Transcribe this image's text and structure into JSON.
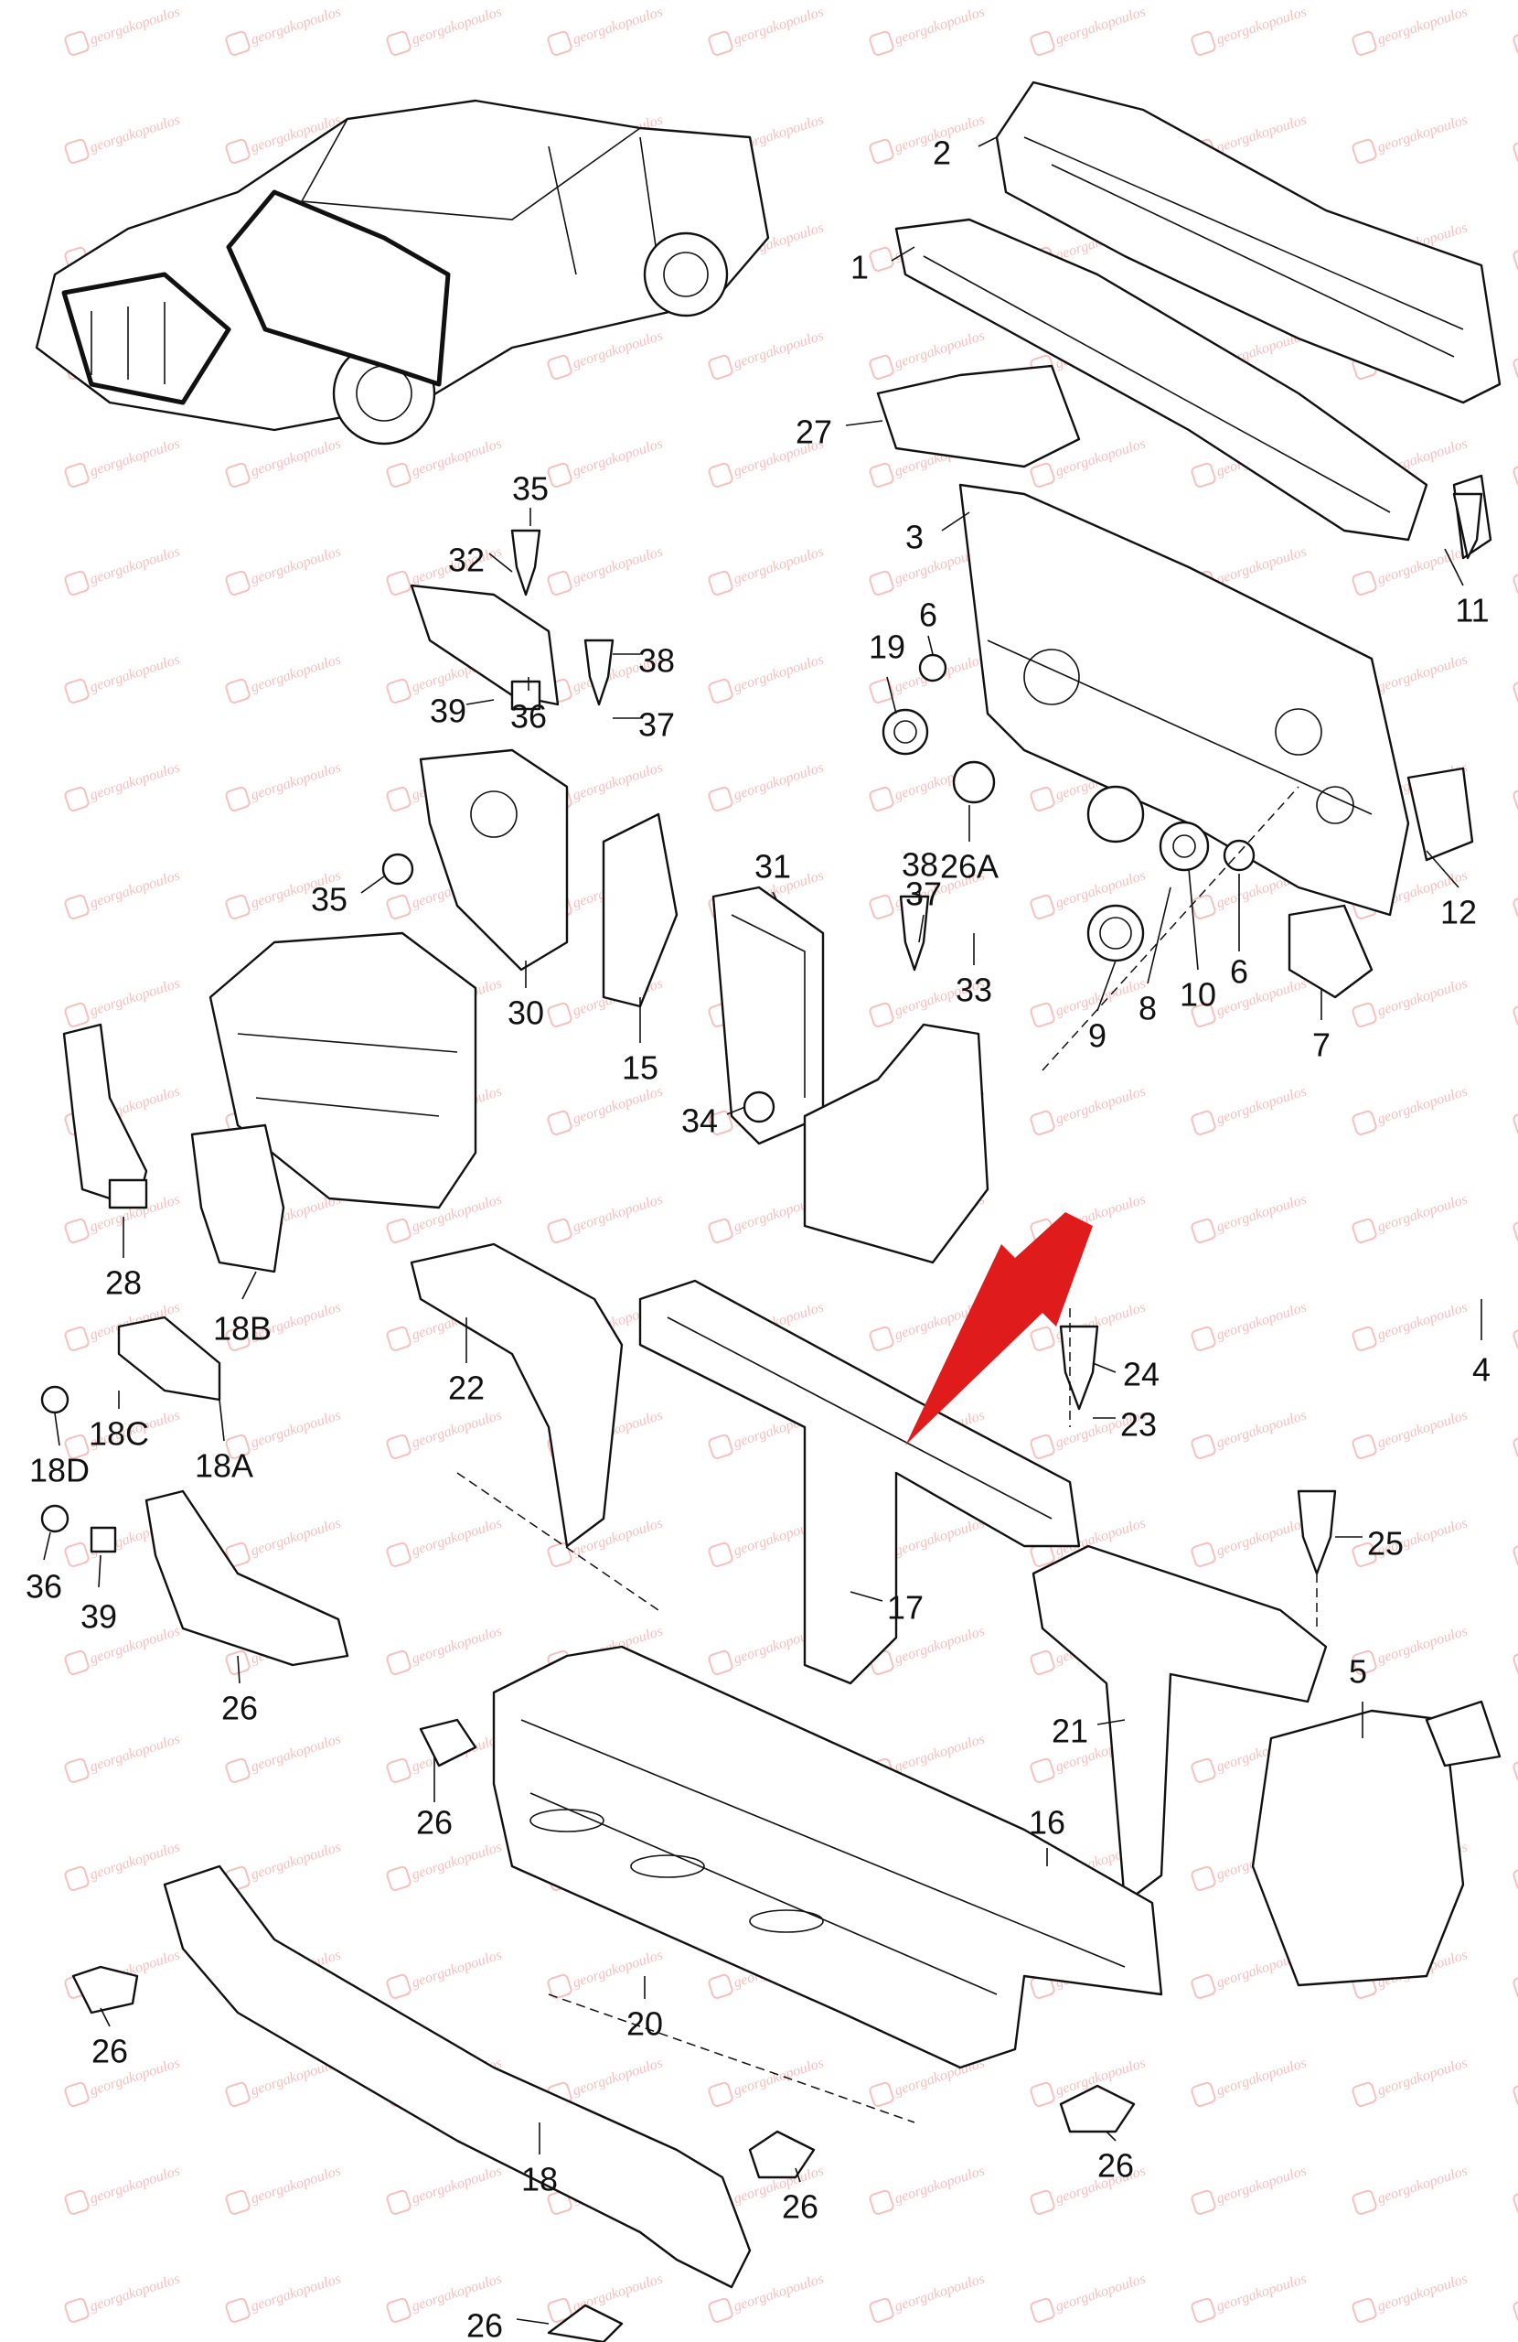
{
  "watermark": {
    "text": "georgakopoulos"
  },
  "callouts": [
    "1",
    "2",
    "3",
    "4",
    "5",
    "6",
    "6",
    "7",
    "8",
    "9",
    "10",
    "11",
    "12",
    "15",
    "16",
    "17",
    "18",
    "18A",
    "18B",
    "18C",
    "18D",
    "19",
    "20",
    "21",
    "22",
    "23",
    "24",
    "25",
    "26",
    "26",
    "26",
    "26",
    "26",
    "26",
    "26A",
    "27",
    "28",
    "30",
    "31",
    "32",
    "33",
    "34",
    "35",
    "35",
    "36",
    "36",
    "37",
    "37",
    "38",
    "38",
    "39",
    "39"
  ],
  "colors": {
    "highlight_arrow": "#e01b1b",
    "line": "#111111",
    "watermark": "#f08a8a"
  }
}
